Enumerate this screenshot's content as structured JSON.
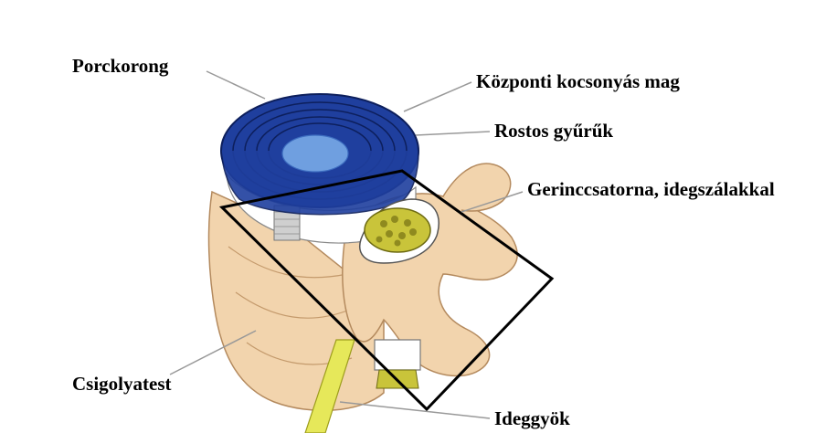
{
  "labels": {
    "porckorong": "Porckorong",
    "kozponti": "Központi kocsonyás mag",
    "rostos": "Rostos gyűrűk",
    "gerinccsatorna": "Gerinccsatorna, idegszálakkal",
    "csigolyatest": "Csigolyatest",
    "ideggyok": "Ideggyök"
  },
  "colors": {
    "disc_blue": "#1f3f9e",
    "nucleus": "#6f9fe0",
    "bone": "#f2d4ad",
    "bone_shadow": "#d9b48a",
    "nerve_yellow": "#e6e85a",
    "cord_yellow": "#c9c43a",
    "frame": "#000000",
    "leader": "#999999"
  }
}
